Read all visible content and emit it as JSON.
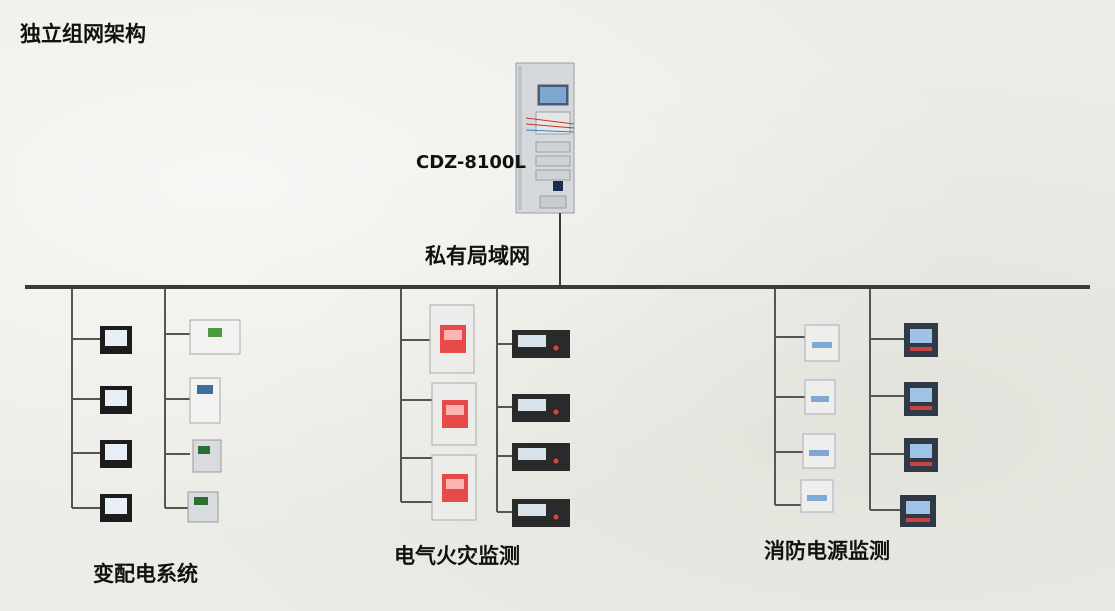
{
  "title": "独立组网架构",
  "server": {
    "model": "CDZ-8100L",
    "icon": "server-cabinet-icon"
  },
  "network": {
    "label": "私有局域网"
  },
  "groups": [
    {
      "label": "变配电系统",
      "icons": [
        "power-meter-icon",
        "protection-relay-icon"
      ]
    },
    {
      "label": "电气火灾监测",
      "icons": [
        "din-rail-fire-detector-icon",
        "panel-fire-monitor-icon"
      ]
    },
    {
      "label": "消防电源监测",
      "icons": [
        "din-rail-power-sensor-icon",
        "power-monitor-panel-icon"
      ]
    }
  ],
  "colors": {
    "line": "#3a3a3a",
    "paper": "#ecece7"
  }
}
